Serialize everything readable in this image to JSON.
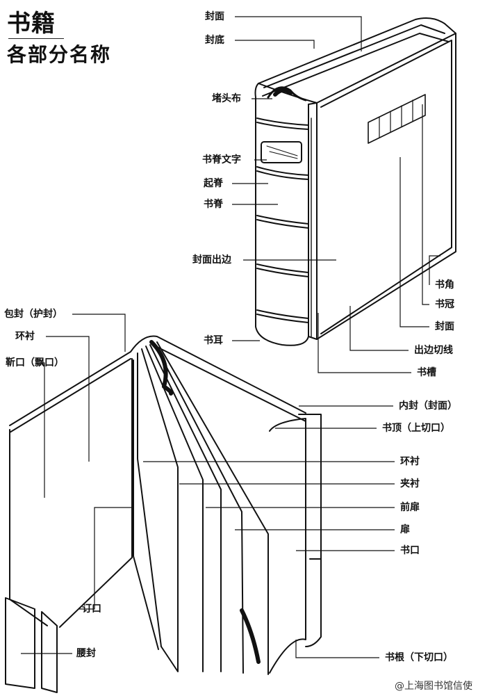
{
  "title": "书籍",
  "subtitle": "各部分名称",
  "labels": {
    "fengmian_top": "封面",
    "fengdi": "封底",
    "dutoubu": "堵头布",
    "shujiwenzi": "书脊文字",
    "qiji": "起脊",
    "shuji": "书脊",
    "fengmianchubian": "封面出边",
    "shujiao": "书角",
    "shuguan": "书冠",
    "fengmian_right": "封面",
    "shuer": "书耳",
    "chubianqiexian": "出边切线",
    "shucao": "书槽",
    "baofeng": "包封（护封）",
    "huanchen_left": "环衬",
    "qiankou": "靳口（飘口）",
    "neifeng": "内封（封面）",
    "shuding": "书顶（上切口）",
    "huanchen_right": "环衬",
    "jiachen": "夹衬",
    "qianfei": "前扉",
    "fei": "扉",
    "shukou": "书口",
    "dingkou": "订口",
    "yaofeng": "腰封",
    "shugen": "书根（下切口）"
  },
  "watermark": "@上海图书馆信使"
}
